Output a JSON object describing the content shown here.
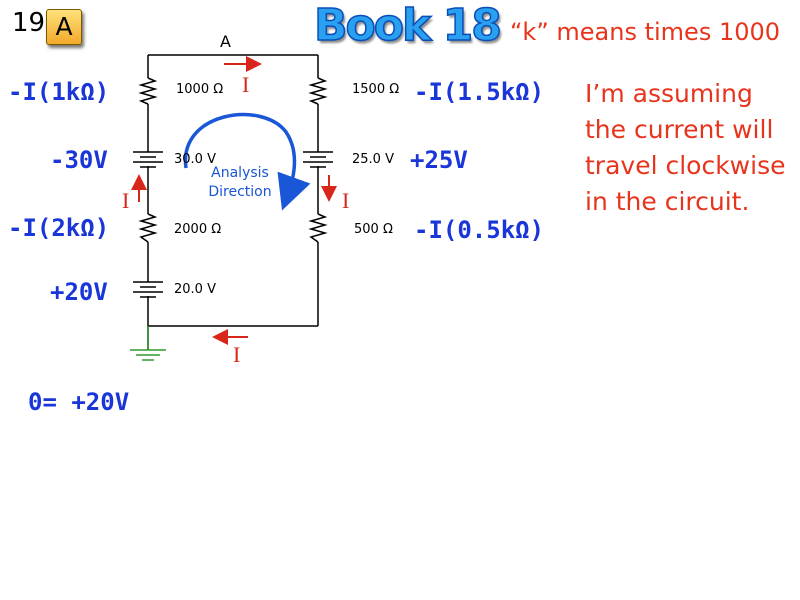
{
  "header": {
    "slide_number": "19",
    "badge_letter": "A",
    "title": "Book 18",
    "note": "“k” means times 1000"
  },
  "assumption_text": "I’m assuming the current will travel clockwise in the circuit.",
  "circuit": {
    "node_label": "A",
    "components": {
      "r_top_left": "1000 Ω",
      "r_top_right": "1500 Ω",
      "battery_left_upper": "30.0  V",
      "battery_right": "25.0  V",
      "r_bottom_left": "2000 Ω",
      "r_bottom_right": "500 Ω",
      "battery_left_lower": "20.0  V"
    },
    "current_label": "I",
    "analysis_label": "Analysis Direction"
  },
  "kvl_terms": {
    "r1k": "-I(1kΩ)",
    "v30": "-30V",
    "r2k": "-I(2kΩ)",
    "v20": "+20V",
    "r15k": "-I(1.5kΩ)",
    "v25": "+25V",
    "r05k": "-I(0.5kΩ)"
  },
  "equation": "0= +20V",
  "colors": {
    "term_blue": "#1a35d8",
    "note_red": "#e8341c",
    "arrow_red": "#d8261a",
    "ground_green": "#2e9b2e",
    "analysis_blue": "#1a56d8"
  }
}
